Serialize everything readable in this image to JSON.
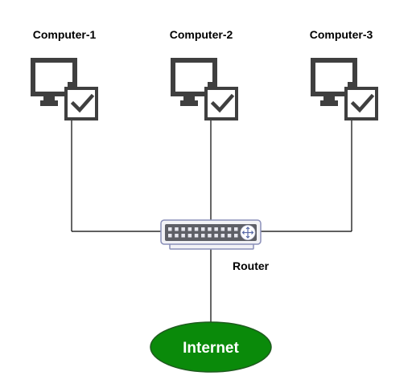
{
  "computers": [
    {
      "label": "Computer-1"
    },
    {
      "label": "Computer-2"
    },
    {
      "label": "Computer-3"
    }
  ],
  "router": {
    "label": "Router"
  },
  "internet": {
    "label": "Internet"
  },
  "colors": {
    "icon": "#3f3f3f",
    "internet_fill": "#0a8a0a",
    "internet_stroke": "#1f5a1f",
    "router_body": "#f2f2f6",
    "router_stroke": "#8a8fb8",
    "router_face": "#5e5f66"
  },
  "icons": {
    "computer": "monitor-check-icon",
    "router": "switch-router-icon"
  }
}
